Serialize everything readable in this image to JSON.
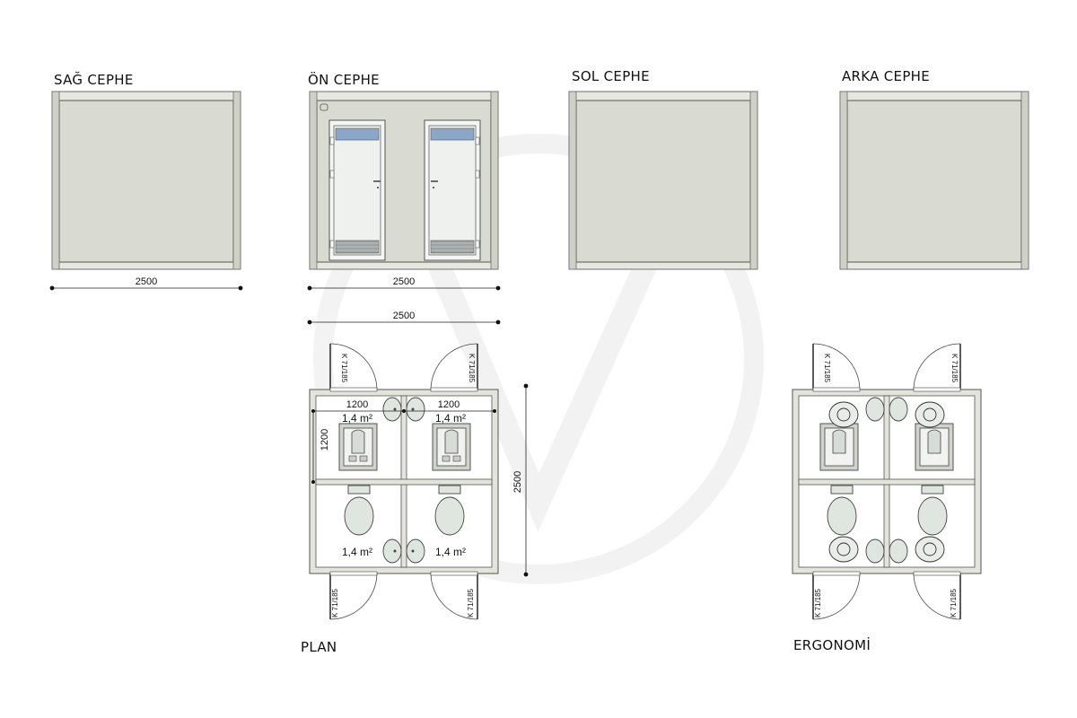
{
  "watermark": {
    "icon": "circle-v-logo-watermark"
  },
  "elevations": [
    {
      "id": "right",
      "title": "SAĞ CEPHE",
      "dimension": "2500"
    },
    {
      "id": "front",
      "title": "ÖN CEPHE",
      "dimension": "2500"
    },
    {
      "id": "left",
      "title": "SOL CEPHE"
    },
    {
      "id": "back",
      "title": "ARKA CEPHE"
    }
  ],
  "plan": {
    "title": "PLAN",
    "overall_width": "2500",
    "overall_depth": "2500",
    "cell_width_left": "1200",
    "cell_width_right": "1200",
    "cell_depth": "1200",
    "areas": [
      "1,4 m²",
      "1,4 m²",
      "1,4 m²",
      "1,4 m²"
    ],
    "door_codes": [
      "K 71/185",
      "K 71/185",
      "K 71/185",
      "K 71/185"
    ]
  },
  "ergonomics": {
    "title": "ERGONOMİ",
    "door_codes": [
      "K 71/185",
      "K 71/185",
      "K 71/185",
      "K 71/185"
    ]
  }
}
